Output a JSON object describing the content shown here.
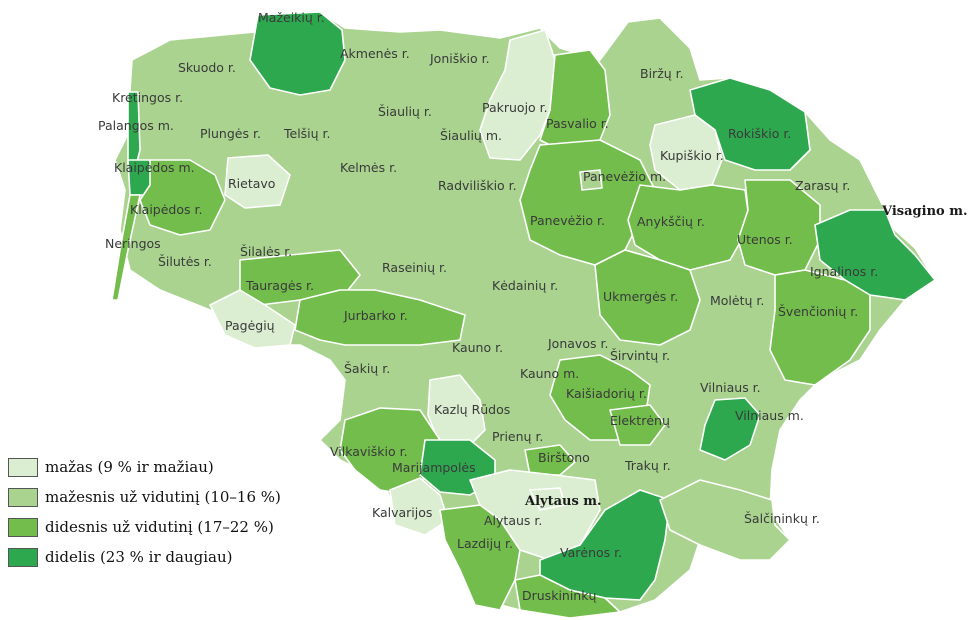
{
  "colors": {
    "mazas": "#dbeed2",
    "mazesnis": "#a9d38f",
    "didesnis": "#73bd4d",
    "didelis": "#2ea84f"
  },
  "legend": [
    {
      "label": "mažas (9 % ir mažiau)",
      "class": "mazas"
    },
    {
      "label": "mažesnis už vidutinį (10–16 %)",
      "class": "mazesnis"
    },
    {
      "label": "didesnis už vidutinį (17–22 %)",
      "class": "didesnis"
    },
    {
      "label": "didelis (23 % ir daugiau)",
      "class": "didelis"
    }
  ],
  "regions": [
    {
      "label": "Mažeikių r.",
      "class": "didelis"
    },
    {
      "label": "Akmenės r.",
      "class": "mazesnis"
    },
    {
      "label": "Joniškio r.",
      "class": "mazesnis"
    },
    {
      "label": "Skuodo r.",
      "class": "mazesnis"
    },
    {
      "label": "Biržų r.",
      "class": "mazesnis"
    },
    {
      "label": "Kretingos r.",
      "class": "mazesnis"
    },
    {
      "label": "Pakruojo r.",
      "class": "mazas"
    },
    {
      "label": "Šiaulių r.",
      "class": "mazesnis"
    },
    {
      "label": "Pasvalio r.",
      "class": "didesnis"
    },
    {
      "label": "Palangos m.",
      "class": "didelis"
    },
    {
      "label": "Plungės r.",
      "class": "mazesnis"
    },
    {
      "label": "Telšių r.",
      "class": "mazesnis"
    },
    {
      "label": "Šiaulių m.",
      "class": "mazesnis"
    },
    {
      "label": "Rokiškio r.",
      "class": "didelis"
    },
    {
      "label": "Kupiškio r.",
      "class": "mazas"
    },
    {
      "label": "Klaipėdos m.",
      "class": "didelis"
    },
    {
      "label": "Rietavo",
      "class": "mazas"
    },
    {
      "label": "Kelmės r.",
      "class": "mazesnis"
    },
    {
      "label": "Radviliškio r.",
      "class": "mazesnis"
    },
    {
      "label": "Panevėžio m.",
      "class": "mazesnis"
    },
    {
      "label": "Zarasų r.",
      "class": "mazesnis"
    },
    {
      "label": "Klaipėdos r.",
      "class": "didesnis"
    },
    {
      "label": "Visagino m.",
      "class": "didelis"
    },
    {
      "label": "Panevėžio r.",
      "class": "didesnis"
    },
    {
      "label": "Anykščių r.",
      "class": "didesnis"
    },
    {
      "label": "Utenos r.",
      "class": "didesnis"
    },
    {
      "label": "Neringos",
      "class": "didesnis"
    },
    {
      "label": "Šilalės r.",
      "class": "mazesnis"
    },
    {
      "label": "Šilutės r.",
      "class": "mazesnis"
    },
    {
      "label": "Ignalinos r.",
      "class": "didelis"
    },
    {
      "label": "Raseinių r.",
      "class": "mazesnis"
    },
    {
      "label": "Tauragės r.",
      "class": "didesnis"
    },
    {
      "label": "Kėdainių r.",
      "class": "mazesnis"
    },
    {
      "label": "Ukmergės r.",
      "class": "didesnis"
    },
    {
      "label": "Molėtų r.",
      "class": "mazesnis"
    },
    {
      "label": "Švenčionių r.",
      "class": "didesnis"
    },
    {
      "label": "Jurbarko r.",
      "class": "didesnis"
    },
    {
      "label": "Pagėgių",
      "class": "mazas"
    },
    {
      "label": "Jonavos r.",
      "class": "mazesnis"
    },
    {
      "label": "Kauno r.",
      "class": "mazesnis"
    },
    {
      "label": "Širvintų r.",
      "class": "mazesnis"
    },
    {
      "label": "Šakių r.",
      "class": "mazesnis"
    },
    {
      "label": "Kauno m.",
      "class": "mazesnis"
    },
    {
      "label": "Vilniaus r.",
      "class": "mazesnis"
    },
    {
      "label": "Kaišiadorių r.",
      "class": "didesnis"
    },
    {
      "label": "Kazlų Rūdos",
      "class": "mazas"
    },
    {
      "label": "Vilniaus m.",
      "class": "didelis"
    },
    {
      "label": "Elektrėnų",
      "class": "didesnis"
    },
    {
      "label": "Vilkaviškio r.",
      "class": "didesnis"
    },
    {
      "label": "Prienų r.",
      "class": "mazesnis"
    },
    {
      "label": "Marijampolės",
      "class": "didelis"
    },
    {
      "label": "Birštono",
      "class": "didesnis"
    },
    {
      "label": "Trakų r.",
      "class": "mazesnis"
    },
    {
      "label": "Alytaus m.",
      "class": "mazas"
    },
    {
      "label": "Kalvarijos",
      "class": "mazas"
    },
    {
      "label": "Alytaus r.",
      "class": "mazas"
    },
    {
      "label": "Šalčininkų r.",
      "class": "mazesnis"
    },
    {
      "label": "Lazdijų r.",
      "class": "didesnis"
    },
    {
      "label": "Varėnos r.",
      "class": "didelis"
    },
    {
      "label": "Druskininkų",
      "class": "didesnis"
    }
  ]
}
